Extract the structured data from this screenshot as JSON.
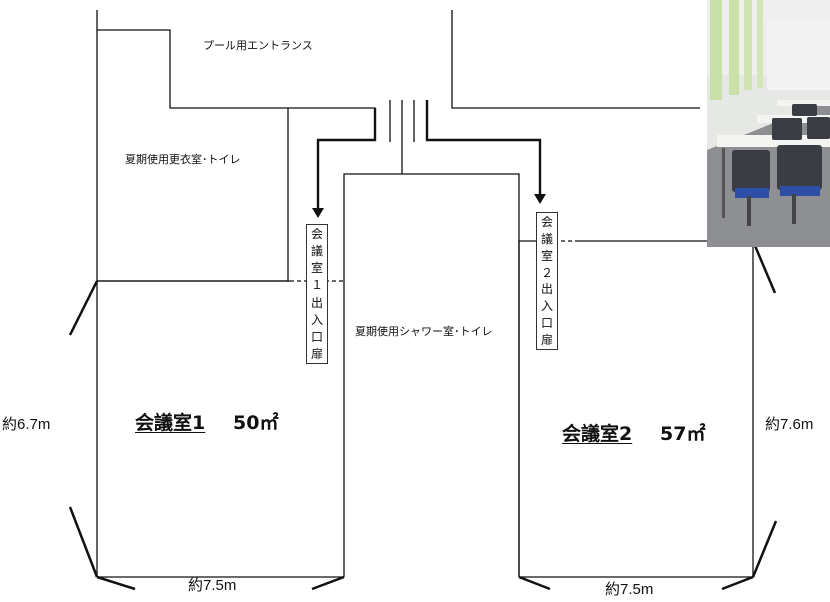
{
  "labels": {
    "pool_entrance": "プール用エントランス",
    "changing_room": "夏期使用更衣室･トイレ",
    "shower_room": "夏期使用シャワー室･トイレ",
    "room1_name": "会議室1",
    "room1_area": "50㎡",
    "room2_name": "会議室2",
    "room2_area": "57㎡",
    "room1_height": "約6.7m",
    "room2_height": "約7.6m",
    "room1_width": "約7.5m",
    "room2_width": "約7.5m"
  },
  "door1_chars": [
    "会",
    "議",
    "室",
    "１",
    "出",
    "入",
    "口",
    "扉"
  ],
  "door2_chars": [
    "会",
    "議",
    "室",
    "２",
    "出",
    "入",
    "口",
    "扉"
  ],
  "colors": {
    "line": "#111111",
    "photo_wall": "#e6e8e6",
    "photo_floor": "#8d8f92",
    "photo_chair": "#3a3d44",
    "photo_chair_seat": "#2e4fa8",
    "photo_window": "#c9e0a9"
  }
}
